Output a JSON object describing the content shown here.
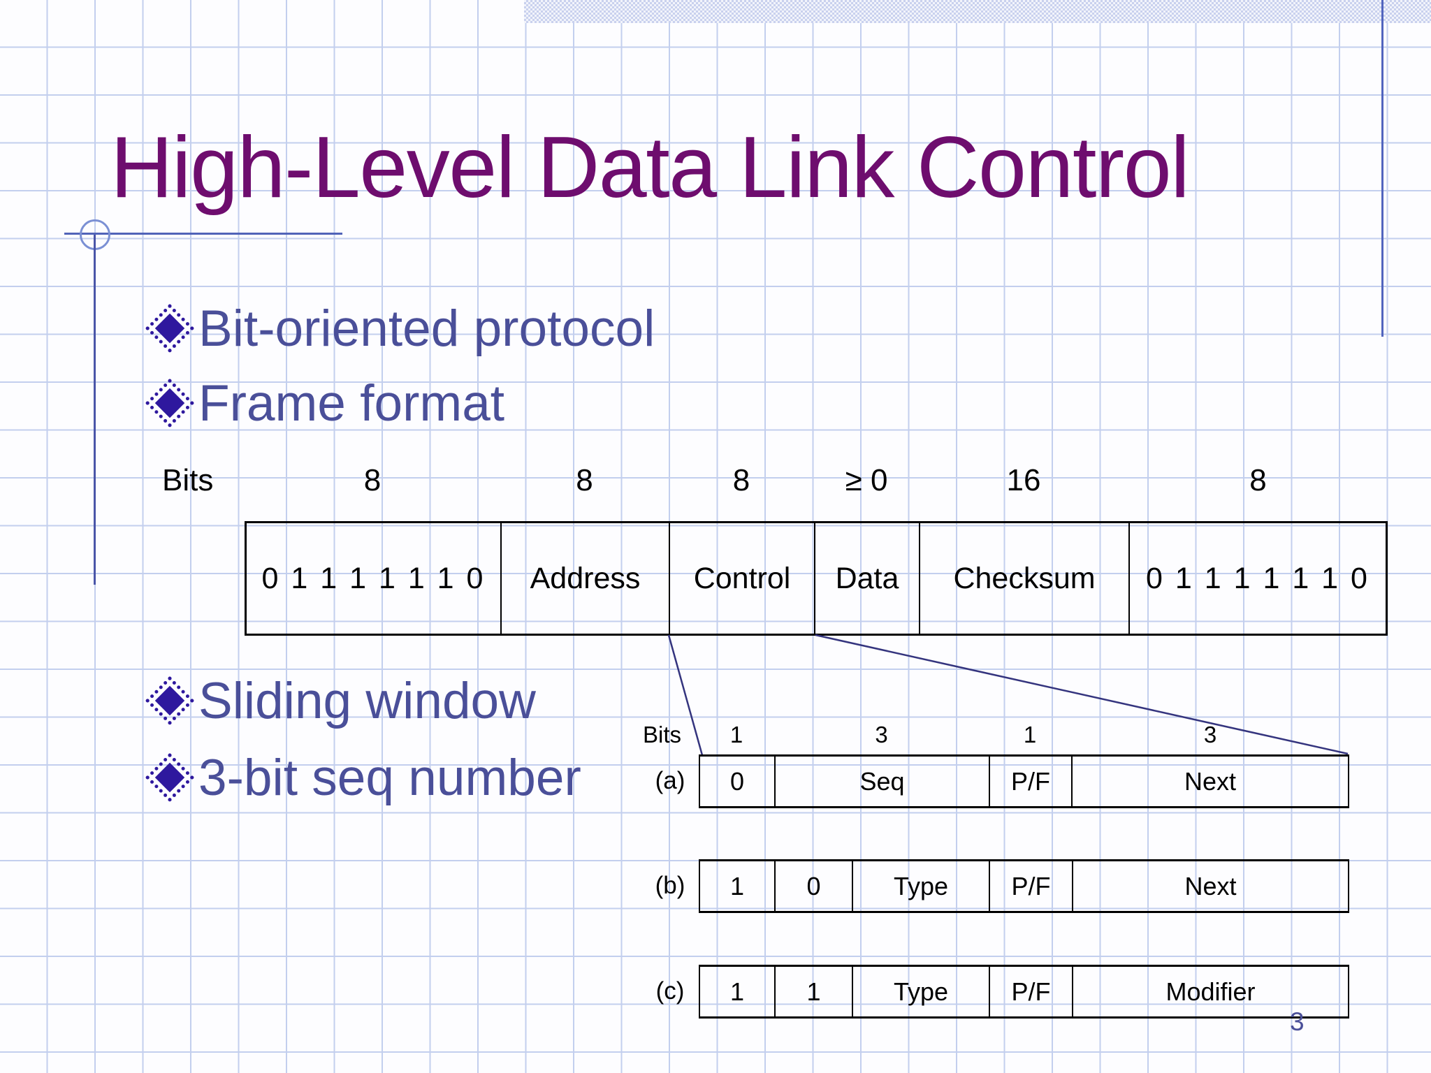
{
  "page": {
    "number": "3"
  },
  "title": {
    "text": "High-Level Data Link Control"
  },
  "bullets": [
    {
      "label": "Bit-oriented protocol"
    },
    {
      "label": "Frame format"
    },
    {
      "label": "Sliding window"
    },
    {
      "label": "3-bit seq number"
    }
  ],
  "frame_diagram": {
    "bits_caption": "Bits",
    "bit_widths": [
      "8",
      "8",
      "8",
      "≥ 0",
      "16",
      "8"
    ],
    "fields": [
      "0 1 1 1 1 1 1 0",
      "Address",
      "Control",
      "Data",
      "Checksum",
      "0 1 1 1 1 1 1 0"
    ]
  },
  "control_diagram": {
    "bits_caption": "Bits",
    "bit_widths": [
      "1",
      "3",
      "1",
      "3"
    ],
    "rows": [
      {
        "tag": "(a)",
        "cells": [
          "0",
          "Seq",
          "P/F",
          "Next"
        ]
      },
      {
        "tag": "(b)",
        "cells": [
          "1",
          "0",
          "Type",
          "P/F",
          "Next"
        ]
      },
      {
        "tag": "(c)",
        "cells": [
          "1",
          "1",
          "Type",
          "P/F",
          "Modifier"
        ]
      }
    ]
  },
  "colors": {
    "title_text": "#6e0d6e",
    "body_text": "#4a4f99",
    "bullet_diamond": "#2e189e",
    "diagram_border": "#000000",
    "connector_line": "#34347e",
    "decor_line": "#5163b8",
    "grid_line": "#c3cfee",
    "band_fill": "#c9d1ee"
  }
}
